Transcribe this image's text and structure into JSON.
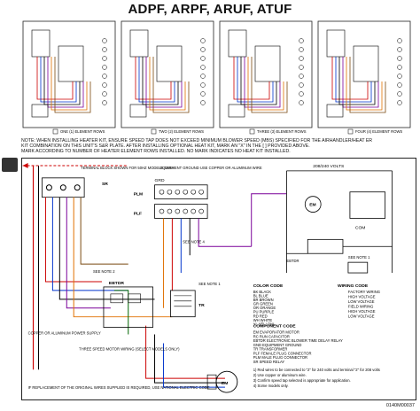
{
  "title": "ADPF, ARPF, ARUF, ATUF",
  "panels": [
    {
      "caption": "ONE (1) ELEMENT ROWS"
    },
    {
      "caption": "TWO (2) ELEMENT ROWS"
    },
    {
      "caption": "THREE (3) ELEMENT ROWS"
    },
    {
      "caption": "FOUR (4) ELEMENT ROWS"
    }
  ],
  "note_lines": [
    "NOTE: WHEN INSTALLING HEATER KIT, ENSURE SPEED TAP DOES NOT EXCEED MINIMUM BLOWER SPEED (MBS) SPECIFIED FOR THE AIRHANDLER/HEAT ER",
    "KIT COMBINATION ON THIS UNIT'S S&R PLATE. AFTER INSTALLING OPTIONAL HEAT KIT, MARK AN \"X\" IN THE [ ] PROVIDED ABOVE.",
    "MARK ACCORDING TO NUMBER OF HEATER ELEMENT ROWS INSTALLED. NO MARK INDICATES NO HEAT KIT INSTALLED."
  ],
  "main": {
    "voltage_top": "208/240 VOLTS",
    "terminal_block": "TERMINAL BLOCK SHOWN FOR 50HZ MODELS ONLY",
    "ground": "EQUIPMENT GROUND USE COPPER OR ALUMINUM WIRE",
    "grd": "GRD",
    "plm": "PLM",
    "plf": "PLF",
    "sr": "SR",
    "em": "EM",
    "tr": "TR",
    "com": "COM",
    "see_note_4": "SEE NOTE 4",
    "see_note_2": "SEE NOTE 2",
    "see_note_1": "SEE NOTE 1",
    "ebtdr": "EBTDR",
    "copper": "COPPER OR ALUMINUM POWER SUPPLY",
    "three_speed": "THREE SPEED MOTOR WIRING (SELECT MODELS ONLY)",
    "replacement": "IF REPLACEMENT OF THE ORIGINAL WIRES SUPPLIED IS REQUIRED, USE NATIONAL ELECTRIC CODE",
    "color_code_title": "COLOR CODE",
    "wiring_code_title": "WIRING CODE",
    "component_code_title": "COMPONENT CODE",
    "color_code": [
      "BK BLACK",
      "BL BLUE",
      "BR BROWN",
      "GR GREEN",
      "OR ORANGE",
      "PU PURPLE",
      "RD RED",
      "WH WHITE",
      "YL YELLOW"
    ],
    "wiring_code": [
      "FACTORY WIRING",
      "HIGH VOLTAGE",
      "LOW VOLTAGE",
      "FIELD WIRING",
      "HIGH VOLTAGE",
      "LOW VOLTAGE"
    ],
    "component_code": [
      "EM EVAPORATOR MOTOR",
      "RC RUN CAPACITOR",
      "EBTDR ELECTRONIC BLOWER TIME DELAY RELAY",
      "GND EQUIPMENT GROUND",
      "TR TRANSFORMER",
      "PLF FEMALE PLUG CONNECTOR",
      "PLM MALE PLUG CONNECTOR",
      "SR SPEED RELAY"
    ],
    "notes": [
      "1) Red wires to be connected to \"2\" for 240 volts and terminal \"2\" for 208 volts",
      "2) Use copper or aluminum wire.",
      "3) Confirm speed tap selected is appropriate for application.",
      "4) Some models only."
    ]
  },
  "doc_number": "0140M00037"
}
